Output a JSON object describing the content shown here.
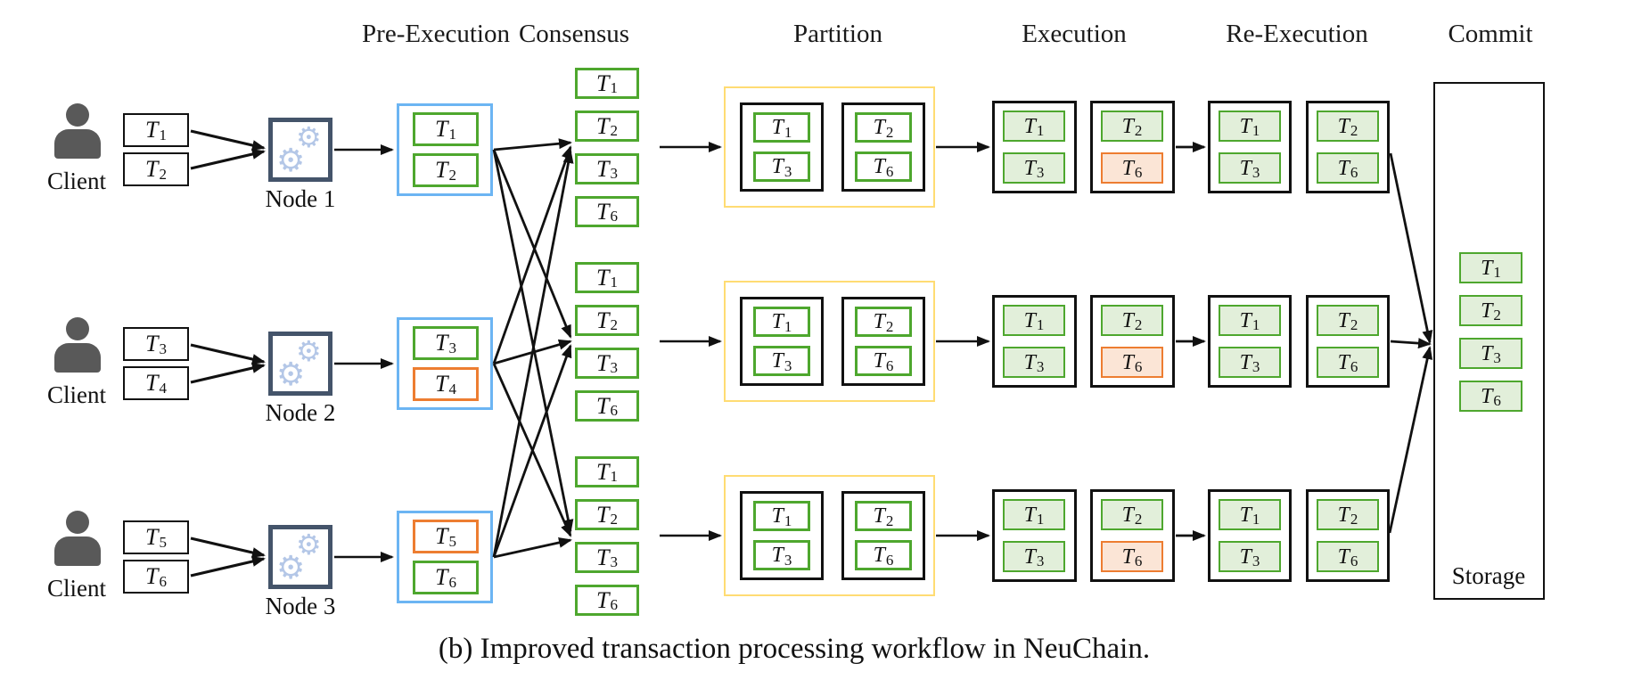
{
  "figure": {
    "caption": "(b)  Improved transaction processing workflow in NeuChain.",
    "headers": [
      "Pre-Execution",
      "Consensus",
      "Partition",
      "Execution",
      "Re-Execution",
      "Commit"
    ]
  },
  "colors": {
    "green_border": "#4EA72E",
    "green_fill": "#E2EFDA",
    "orange_border": "#ED7D31",
    "orange_fill": "#FBE5D6",
    "blue_border": "#6CB5F3",
    "yellow_border": "#FFDC73",
    "node_border": "#44546A",
    "gear": "#B4C7E7",
    "person": "#595959",
    "line": "#111111"
  },
  "rows": [
    {
      "client_label": "Client",
      "node_label": "Node 1",
      "client_txs": [
        "T1",
        "T2"
      ],
      "preexec": [
        {
          "label": "T1",
          "status": "normal"
        },
        {
          "label": "T2",
          "status": "normal"
        }
      ],
      "consensus": [
        "T1",
        "T2",
        "T3",
        "T6"
      ],
      "partition": [
        [
          "T1",
          "T3"
        ],
        [
          "T2",
          "T6"
        ]
      ],
      "execution": [
        [
          {
            "label": "T1",
            "status": "executed"
          },
          {
            "label": "T3",
            "status": "executed"
          }
        ],
        [
          {
            "label": "T2",
            "status": "executed"
          },
          {
            "label": "T6",
            "status": "conflict"
          }
        ]
      ],
      "reexecution": [
        [
          {
            "label": "T1",
            "status": "executed"
          },
          {
            "label": "T3",
            "status": "executed"
          }
        ],
        [
          {
            "label": "T2",
            "status": "executed"
          },
          {
            "label": "T6",
            "status": "executed"
          }
        ]
      ]
    },
    {
      "client_label": "Client",
      "node_label": "Node 2",
      "client_txs": [
        "T3",
        "T4"
      ],
      "preexec": [
        {
          "label": "T3",
          "status": "normal"
        },
        {
          "label": "T4",
          "status": "aborted"
        }
      ],
      "consensus": [
        "T1",
        "T2",
        "T3",
        "T6"
      ],
      "partition": [
        [
          "T1",
          "T3"
        ],
        [
          "T2",
          "T6"
        ]
      ],
      "execution": [
        [
          {
            "label": "T1",
            "status": "executed"
          },
          {
            "label": "T3",
            "status": "executed"
          }
        ],
        [
          {
            "label": "T2",
            "status": "executed"
          },
          {
            "label": "T6",
            "status": "conflict"
          }
        ]
      ],
      "reexecution": [
        [
          {
            "label": "T1",
            "status": "executed"
          },
          {
            "label": "T3",
            "status": "executed"
          }
        ],
        [
          {
            "label": "T2",
            "status": "executed"
          },
          {
            "label": "T6",
            "status": "executed"
          }
        ]
      ]
    },
    {
      "client_label": "Client",
      "node_label": "Node 3",
      "client_txs": [
        "T5",
        "T6"
      ],
      "preexec": [
        {
          "label": "T5",
          "status": "aborted"
        },
        {
          "label": "T6",
          "status": "normal"
        }
      ],
      "consensus": [
        "T1",
        "T2",
        "T3",
        "T6"
      ],
      "partition": [
        [
          "T1",
          "T3"
        ],
        [
          "T2",
          "T6"
        ]
      ],
      "execution": [
        [
          {
            "label": "T1",
            "status": "executed"
          },
          {
            "label": "T3",
            "status": "executed"
          }
        ],
        [
          {
            "label": "T2",
            "status": "executed"
          },
          {
            "label": "T6",
            "status": "conflict"
          }
        ]
      ],
      "reexecution": [
        [
          {
            "label": "T1",
            "status": "executed"
          },
          {
            "label": "T3",
            "status": "executed"
          }
        ],
        [
          {
            "label": "T2",
            "status": "executed"
          },
          {
            "label": "T6",
            "status": "executed"
          }
        ]
      ]
    }
  ],
  "commit": {
    "txs": [
      "T1",
      "T2",
      "T3",
      "T6"
    ],
    "storage_label": "Storage"
  }
}
